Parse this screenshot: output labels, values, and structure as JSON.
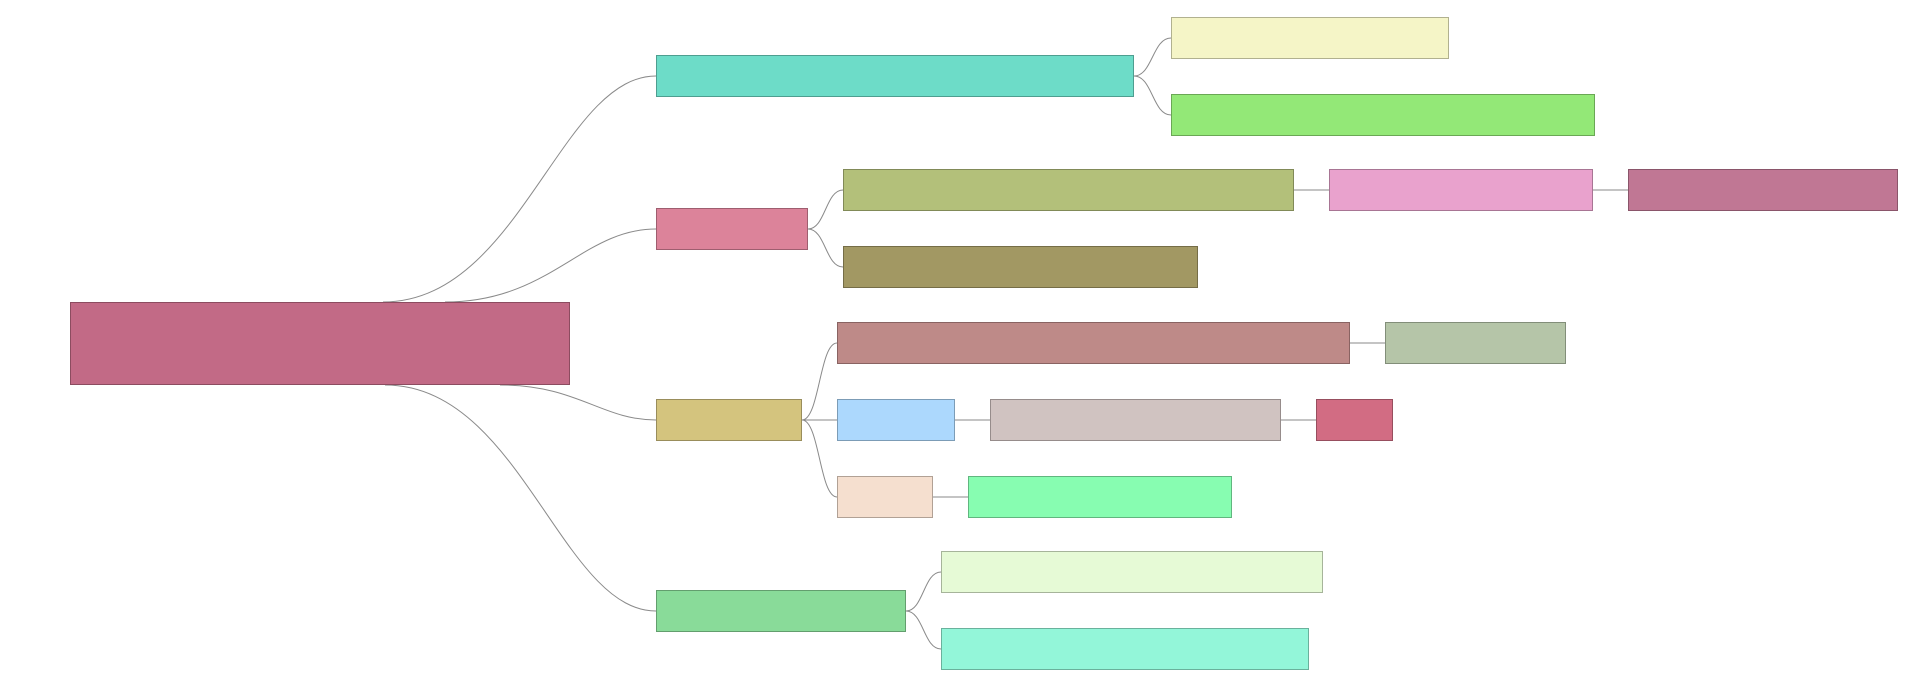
{
  "mindmap": {
    "root": {
      "label": "",
      "color": "#c26a86"
    },
    "nodes": [
      {
        "id": "b1",
        "label": "",
        "color": "#6ddcc8"
      },
      {
        "id": "b1a",
        "label": "",
        "color": "#f5f5c7"
      },
      {
        "id": "b1b",
        "label": "",
        "color": "#93e877"
      },
      {
        "id": "b2",
        "label": "",
        "color": "#dc839a"
      },
      {
        "id": "b2a",
        "label": "",
        "color": "#b3c07a"
      },
      {
        "id": "b2a1",
        "label": "",
        "color": "#e9a2cd"
      },
      {
        "id": "b2a2",
        "label": "",
        "color": "#c07794"
      },
      {
        "id": "b2b",
        "label": "",
        "color": "#a29863"
      },
      {
        "id": "b3",
        "label": "",
        "color": "#d4c47e"
      },
      {
        "id": "b3a",
        "label": "",
        "color": "#be8a88"
      },
      {
        "id": "b3a1",
        "label": "",
        "color": "#b5c5a8"
      },
      {
        "id": "b3b",
        "label": "",
        "color": "#acd8fd"
      },
      {
        "id": "b3b1",
        "label": "",
        "color": "#d0c3c1"
      },
      {
        "id": "b3b2",
        "label": "",
        "color": "#d26c83"
      },
      {
        "id": "b3c",
        "label": "",
        "color": "#f5dfcf"
      },
      {
        "id": "b3c1",
        "label": "",
        "color": "#87fdb1"
      },
      {
        "id": "b4",
        "label": "",
        "color": "#89db99"
      },
      {
        "id": "b4a",
        "label": "",
        "color": "#e6fad6"
      },
      {
        "id": "b4b",
        "label": "",
        "color": "#93f6d9"
      }
    ],
    "connector_color": "#8a8a8a"
  }
}
